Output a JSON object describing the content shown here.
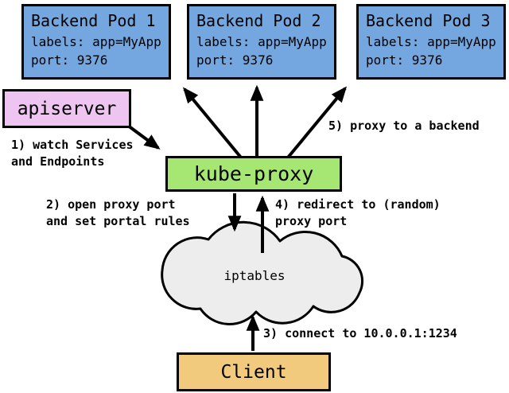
{
  "diagram": {
    "pods": [
      {
        "title": "Backend Pod 1",
        "labels_line": "labels: app=MyApp",
        "port_line": "port: 9376"
      },
      {
        "title": "Backend Pod 2",
        "labels_line": "labels: app=MyApp",
        "port_line": "port: 9376"
      },
      {
        "title": "Backend Pod 3",
        "labels_line": "labels: app=MyApp",
        "port_line": "port: 9376"
      }
    ],
    "apiserver": {
      "label": "apiserver"
    },
    "kube_proxy": {
      "label": "kube-proxy"
    },
    "iptables": {
      "label": "iptables"
    },
    "client": {
      "label": "Client"
    },
    "steps": [
      {
        "text": "1) watch Services\nand Endpoints"
      },
      {
        "text": "2) open proxy port\nand set portal rules"
      },
      {
        "text": "3) connect to 10.0.0.1:1234"
      },
      {
        "text": "4) redirect to (random)\nproxy port"
      },
      {
        "text": "5) proxy to a backend"
      }
    ],
    "colors": {
      "pod_fill": "#74A7E0",
      "apiserver_fill": "#EEC4F0",
      "kube_proxy_fill": "#A6E672",
      "client_fill": "#F2CA7D",
      "cloud_fill": "#EDEDED",
      "border": "#000000",
      "background": "#FFFFFF"
    }
  }
}
